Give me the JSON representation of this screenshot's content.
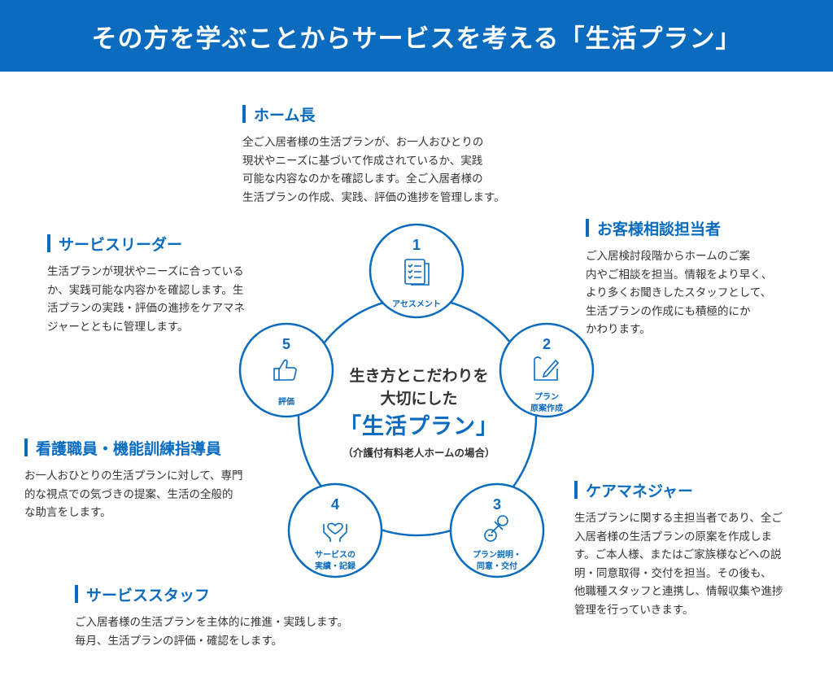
{
  "header": {
    "title": "その方を学ぶことからサービスを考える「生活プラン」"
  },
  "center": {
    "line1": "生き方とこだわりを",
    "line2": "大切にした",
    "main": "「生活プラン」",
    "sub": "（介護付有料老人ホームの場合）"
  },
  "steps": [
    {
      "number": "1",
      "label_lines": [
        "アセスメント"
      ],
      "icon": "clipboard-checklist-icon"
    },
    {
      "number": "2",
      "label_lines": [
        "プラン",
        "原案作成"
      ],
      "icon": "pen-document-icon"
    },
    {
      "number": "3",
      "label_lines": [
        "プラン説明・",
        "同意・交付"
      ],
      "icon": "stamp-icon"
    },
    {
      "number": "4",
      "label_lines": [
        "サービスの",
        "実績・記録"
      ],
      "icon": "hands-heart-icon"
    },
    {
      "number": "5",
      "label_lines": [
        "評価"
      ],
      "icon": "thumbs-up-icon"
    }
  ],
  "roles": {
    "home": {
      "title": "ホーム長",
      "lines": [
        "全ご入居者様の生活プランが、お一人おひとりの",
        "現状やニーズに基づいて作成されているか、実践",
        "可能な内容なのかを確認します。全ご入居者様の",
        "生活プランの作成、実践、評価の進捗を管理します。"
      ]
    },
    "consult": {
      "title": "お客様相談担当者",
      "lines": [
        "ご入居検討段階からホームのご案",
        "内やご相談を担当。情報をより早く、",
        "より多くお聞きしたスタッフとして、",
        "生活プランの作成にも積極的にか",
        "かわります。"
      ]
    },
    "leader": {
      "title": "サービスリーダー",
      "lines": [
        "生活プランが現状やニーズに合っている",
        "か、実践可能な内容かを確認します。生",
        "活プランの実践・評価の進捗をケアマネ",
        "ジャーとともに管理します。"
      ]
    },
    "nurse": {
      "title": "看護職員・機能訓練指導員",
      "lines": [
        "お一人おひとりの生活プランに対して、専門",
        "的な視点での気づきの提案、生活の全般的",
        "な助言をします。"
      ]
    },
    "care": {
      "title": "ケアマネジャー",
      "lines": [
        "生活プランに関する主担当者であり、全ご",
        "入居者様の生活プランの原案を作成しま",
        "す。ご本人様、またはご家族様などへの説",
        "明・同意取得・交付を担当。その後も、",
        "他職種スタッフと連携し、情報収集や進捗",
        "管理を行っていきます。"
      ]
    },
    "staff": {
      "title": "サービススタッフ",
      "lines": [
        "ご入居者様の生活プランを主体的に推進・実践します。",
        "毎月、生活プランの評価・確認をします。"
      ]
    }
  },
  "colors": {
    "accent": "#0A6BBF",
    "text": "#333333",
    "background": "#FFFFFF"
  }
}
